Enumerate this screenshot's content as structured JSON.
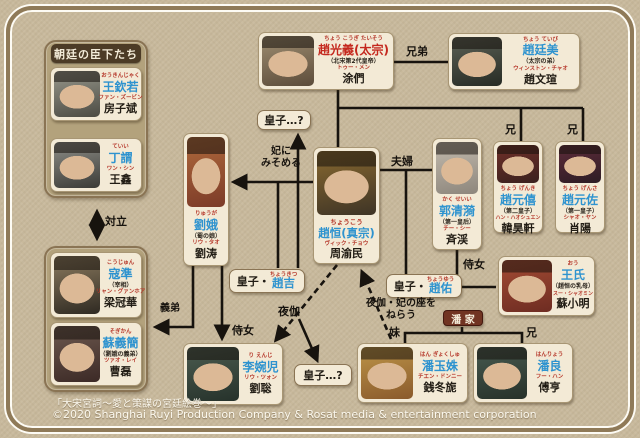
{
  "sidebar": {
    "title": "朝廷の臣下たち"
  },
  "people": {
    "wang_qinruo": {
      "furi": "おうきんじゃく",
      "name": "王欽若",
      "actor_furi": "ファン・ズービン",
      "actor": "房子斌",
      "photo": [
        "#98988c",
        "#4c4b43"
      ]
    },
    "ding_wei": {
      "furi": "ていい",
      "name": "丁謂",
      "actor_furi": "ワン・シン",
      "actor": "王鑫",
      "photo": [
        "#8e8e88",
        "#3b3b37"
      ]
    },
    "kou_jun": {
      "furi": "こうじゅん",
      "name": "寇準",
      "sub": "（宰相）",
      "actor_furi": "リャン・グァンホア",
      "actor": "梁冠華",
      "photo": [
        "#8d7c60",
        "#2f2a22"
      ]
    },
    "su_yijian": {
      "furi": "そぎかん",
      "name": "蘇義簡",
      "sub": "（劉娥の義弟）",
      "actor_furi": "ツァオ・レイ",
      "actor": "曹磊",
      "photo": [
        "#6e5a50",
        "#3c2a26"
      ]
    },
    "liu_e": {
      "furi": "りゅうが",
      "name": "劉娥",
      "sub": "（蜀の娘）",
      "actor_furi": "リウ・タオ",
      "actor": "劉涛",
      "photo": [
        "#b06a3c",
        "#7c3b28"
      ]
    },
    "zhao_heng": {
      "furi": "ちょうこう",
      "name": "趙恒(真宗)",
      "actor_furi": "ヴィック・チョウ",
      "actor": "周渝民",
      "photo": [
        "#8a6a30",
        "#3e3426"
      ]
    },
    "zhao_guangyi": {
      "furi": "ちょう こうぎ たいそう",
      "name": "趙光義(太宗)",
      "sub": "（北宋第2代皇帝）",
      "actor_furi": "トゥー・メン",
      "actor": "涂們",
      "photo": [
        "#9f8e72",
        "#5c4c3a"
      ]
    },
    "zhao_tingmei": {
      "furi": "ちょう ていび",
      "name": "趙廷美",
      "sub": "（太宗の弟）",
      "actor_furi": "ウィンストン・チャオ",
      "actor": "趙文瑄",
      "photo": [
        "#5c6156",
        "#272b24"
      ]
    },
    "guo_qingyi": {
      "furi": "かく せいい",
      "name": "郭清漪",
      "sub": "（第一皇后）",
      "actor_furi": "チー・シー",
      "actor": "斉渓",
      "photo": [
        "#c3bbae",
        "#8d867c"
      ]
    },
    "zhao_yuanxi": {
      "furi": "ちょう げんき",
      "name": "趙元僖",
      "sub": "（第二皇子）",
      "actor_furi": "ハン・ハオシュエン",
      "actor": "韓昊軒",
      "photo": [
        "#713029",
        "#3a211e"
      ]
    },
    "zhao_yuanzuo": {
      "furi": "ちょう げんさ",
      "name": "趙元佐",
      "sub": "（第一皇子）",
      "actor_furi": "シャオ・ヤン",
      "actor": "肖陽",
      "photo": [
        "#5e2c3a",
        "#2d1c24"
      ]
    },
    "wang_shi": {
      "furi": "おう",
      "name": "王氏",
      "sub": "（趙恒の乳母）",
      "actor_furi": "スー・シャオミン",
      "actor": "蘇小明",
      "photo": [
        "#a44c34",
        "#6e2c22"
      ]
    },
    "li_waner": {
      "furi": "り えんじ",
      "name": "李婉児",
      "actor_furi": "リウ・ツォン",
      "actor": "劉聡",
      "photo": [
        "#4c5c50",
        "#26322b"
      ]
    },
    "pan_yushu": {
      "furi": "はん ぎょくしゅ",
      "name": "潘玉姝",
      "actor_furi": "チエン・ドンニー",
      "actor": "銭冬旎",
      "photo": [
        "#bd9548",
        "#8a5a2c"
      ]
    },
    "pan_liang": {
      "furi": "はんりょう",
      "name": "潘良",
      "actor_furi": "フー・ハン",
      "actor": "傅亨",
      "photo": [
        "#475a50",
        "#273129"
      ]
    }
  },
  "pills": {
    "prince_top": "皇子…?",
    "prince_bottom": "皇子…?",
    "prince_zhaoji": {
      "prefix": "皇子・",
      "furi": "ちょうきつ",
      "name": "趙吉"
    },
    "prince_zhaoyou": {
      "prefix": "皇子・",
      "furi": "ちょうゆう",
      "name": "趙佑"
    },
    "pan_family": "潘 家"
  },
  "labels": {
    "brothers": "兄弟",
    "couple": "夫婦",
    "elder_brother": "兄",
    "younger_sister": "妹",
    "maid": "侍女",
    "sworn_younger_brother": "義弟",
    "rivalry": "対立",
    "night_service": "夜伽",
    "take_as_consort": "妃に\nみそめる",
    "aim_for_consort": "夜伽・妃の座を\nねらう"
  },
  "footer": {
    "title_line": "「大宋宮詞～愛と策謀の宮廷絵巻～」",
    "copyright_line": "©2020 Shanghai Ruyi Production Company & Rosat media & entertainment corporation"
  },
  "colors": {
    "name_blue": "#2e93cf",
    "name_red": "#c4281e",
    "furigana_red": "#b5372a",
    "line_black": "#17130e",
    "pill_dark_bg": "#713422"
  }
}
